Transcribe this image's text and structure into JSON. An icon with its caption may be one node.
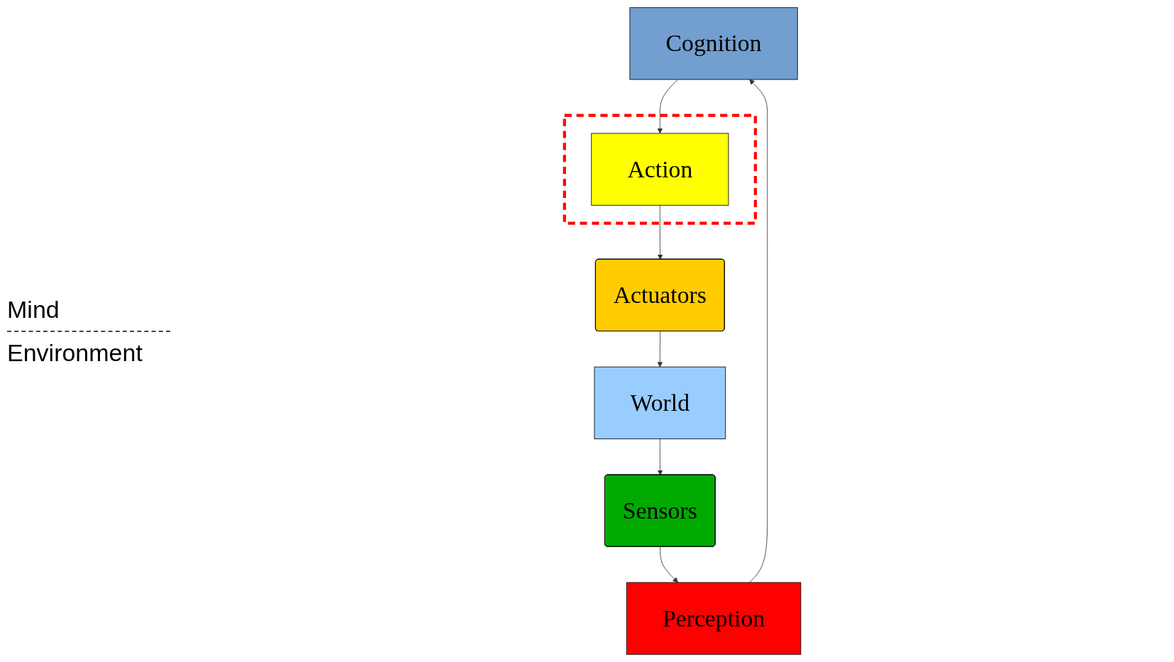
{
  "diagram": {
    "nodes": [
      {
        "text": [
          "Cognition"
        ]
      },
      {
        "text": [
          "Perception"
        ]
      },
      {
        "text": [],
        "shape": "box"
      },
      {
        "text": [
          "Action"
        ],
        "in": 2
      },
      {
        "text": [
          "Sensors"
        ]
      },
      {
        "text": [
          "Actuators"
        ]
      },
      {
        "text": [
          "World"
        ]
      }
    ],
    "edges": [
      {
        "from": 1,
        "to": 0,
        "arrow": "to"
      },
      {
        "from": 0,
        "to": 3,
        "arrow": "to"
      },
      {
        "from": 3,
        "to": 5,
        "arrow": "to"
      },
      {
        "from": 5,
        "to": 6,
        "arrow": "to"
      },
      {
        "from": 6,
        "to": 4,
        "arrow": "to"
      },
      {
        "from": 4,
        "to": 1,
        "arrow": "to"
      }
    ],
    "labels": [
      "Mind",
      "Environment"
    ]
  }
}
